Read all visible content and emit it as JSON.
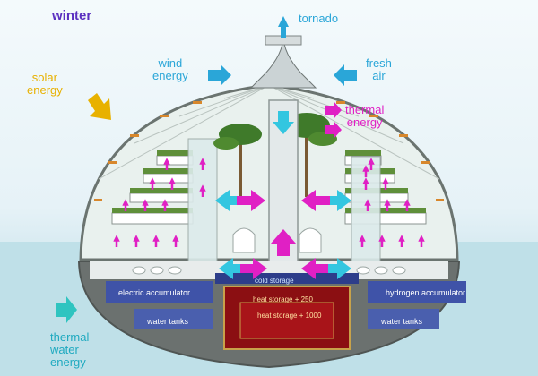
{
  "labels": {
    "season": "winter",
    "tornado": "tornado",
    "wind": "wind\nenergy",
    "fresh_air": "fresh\nair",
    "solar": "solar\nenergy",
    "thermal": "thermal\nenergy",
    "thermal_water": "thermal\nwater\nenergy",
    "electric_accumulator": "electric accumulator",
    "hydrogen_accumulator": "hydrogen accumulator",
    "water_tanks_left": "water tanks",
    "water_tanks_right": "water tanks",
    "cold_storage": "cold storage",
    "heat_storage_upper": "heat storage + 250",
    "heat_storage_lower": "heat storage + 1000"
  },
  "colors": {
    "season": "#5a2fc0",
    "air_flow": "#2aa6d8",
    "solar": "#e8b100",
    "thermal": "#e020c4",
    "water": "#1faac0",
    "heat_storage": "#8b0f12"
  }
}
